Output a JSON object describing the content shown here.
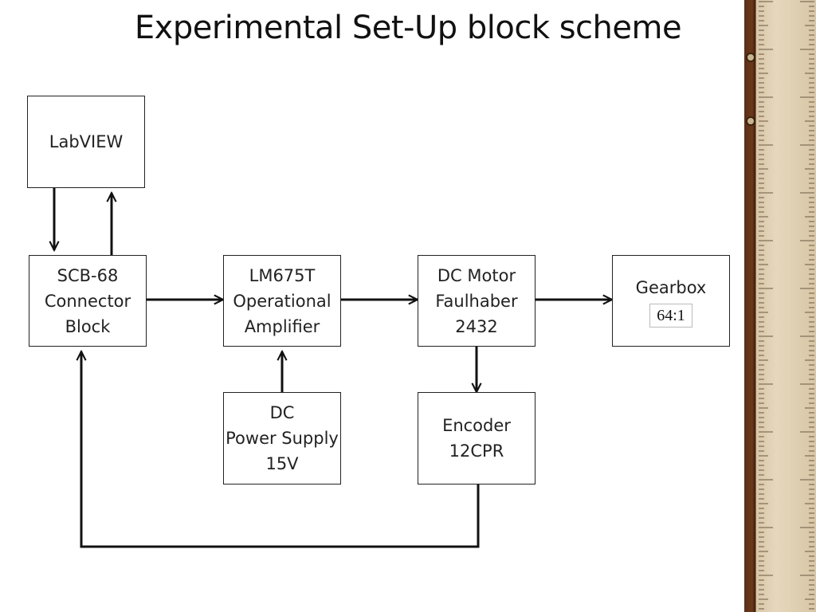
{
  "title": "Experimental Set-Up block scheme",
  "blocks": {
    "labview": [
      "LabVIEW"
    ],
    "scb68": [
      "SCB-68",
      "Connector",
      "Block"
    ],
    "lm675t": [
      "LM675T",
      "Operational",
      "Amplifier"
    ],
    "dc_motor": [
      "DC Motor",
      "Faulhaber",
      "2432"
    ],
    "gearbox": [
      "Gearbox"
    ],
    "gearbox_ratio": "64:1",
    "power_supply": [
      "DC",
      "Power Supply",
      "15V"
    ],
    "encoder": [
      "Encoder",
      "12CPR"
    ]
  },
  "colors": {
    "line": "#111111",
    "ruler_wood": "#e2d3b7",
    "ruler_edge": "#5a2e14"
  }
}
